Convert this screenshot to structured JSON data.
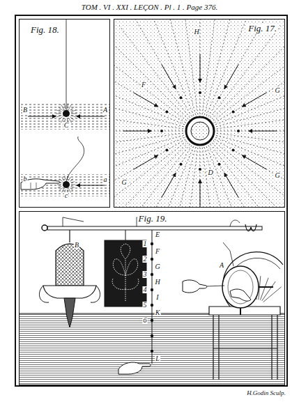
{
  "diagram": {
    "title": "TOM . VI . XXI . LEÇON . Pl . 1 . Page 376.",
    "nodes": [
      {
        "text": [
          "Fig. 18."
        ]
      },
      {
        "text": [
          "Fig. 17."
        ]
      },
      {
        "text": [
          "Fig. 19."
        ]
      }
    ],
    "labels": [
      "B",
      "A",
      "C",
      "b",
      "a",
      "c",
      "H",
      "F",
      "G",
      "G",
      "G",
      "D",
      "A",
      "B",
      "E",
      "1",
      "F",
      "2",
      "G",
      "3",
      "H",
      "4",
      "I",
      "5",
      "K",
      "6",
      "L",
      "H.Godin Sculp."
    ]
  }
}
